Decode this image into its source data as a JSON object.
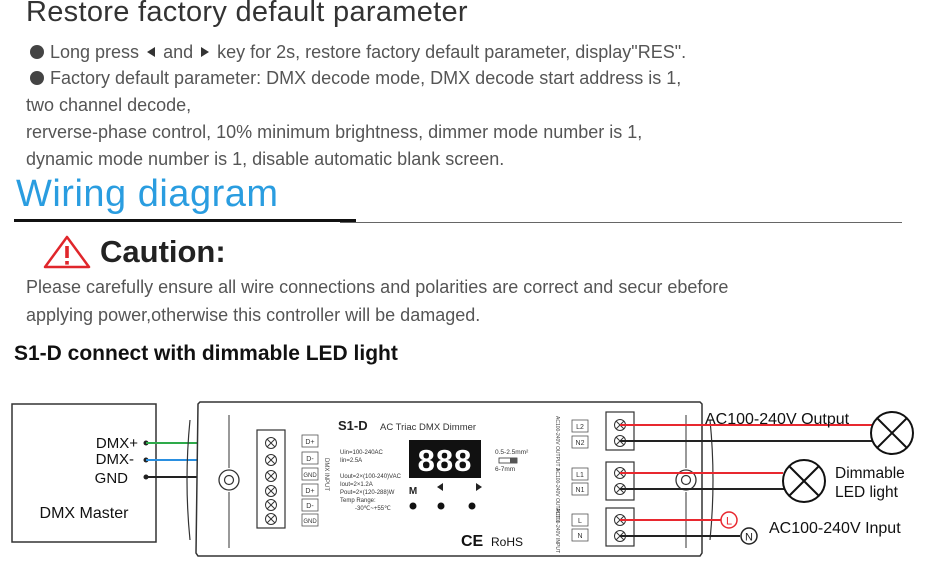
{
  "restore": {
    "title": "Restore factory default parameter",
    "b1_pre": "Long press",
    "b1_and": "and",
    "b1_post": "key for 2s, restore factory default parameter, display\"RES\".",
    "b2": "Factory default parameter: DMX decode mode, DMX decode start address is 1,",
    "l3": "two channel decode,",
    "l4": "rerverse-phase control, 10% minimum brightness, dimmer mode number is 1,",
    "l5": "dynamic mode number is 1, disable automatic blank screen."
  },
  "wiring": {
    "title": "Wiring diagram",
    "caution_title": "Caution:",
    "caution_l1": "Please carefully ensure all wire connections and polarities are correct and secur ebefore",
    "caution_l2": "applying power,otherwise this controller will be damaged.",
    "subtitle": "S1-D connect with dimmable LED light"
  },
  "diagram": {
    "master_label": "DMX Master",
    "master_pins": [
      "DMX+",
      "DMX-",
      "GND"
    ],
    "input_terms": [
      "D+",
      "D-",
      "GND",
      "D+",
      "D-",
      "GND"
    ],
    "dmx_input_label": "DMX INPUT",
    "model": "S1-D",
    "model_desc": "AC Triac DMX Dimmer",
    "spec_uin": "Uin=100-240AC",
    "spec_iin": "Iin=2.5A",
    "spec_uout": "Uout=2×(100-240)VAC",
    "spec_iout": "Iout=2×1.2A",
    "spec_pout": "Pout=2×(120-288)W",
    "spec_temp": "Temp Range:",
    "spec_temp_val": "-30℃~+55℃",
    "display": "888",
    "wire_size": "0.5-2.5mm²",
    "strip_len": "6-7mm",
    "btn_m": "M",
    "ce": "CE",
    "rohs": "RoHS",
    "out2_label": "AC100-240V OUTPUT 2",
    "out1_label": "AC100-240V OUTPUT 1",
    "in_label": "AC100-240V INPUT",
    "out2_terms": [
      "L2",
      "N2"
    ],
    "out1_terms": [
      "L1",
      "N1"
    ],
    "in_terms": [
      "L",
      "N"
    ],
    "output_label": "AC100-240V Output",
    "dimmable1": "Dimmable",
    "dimmable2": "LED light",
    "input_label": "AC100-240V Input",
    "l_mark": "L",
    "n_mark": "N"
  },
  "colors": {
    "heading_blue": "#2a9de0",
    "wire_green": "#2eaa4a",
    "wire_blue": "#2a8fe0",
    "wire_red": "#e8282f",
    "warn_red": "#e0262b"
  }
}
